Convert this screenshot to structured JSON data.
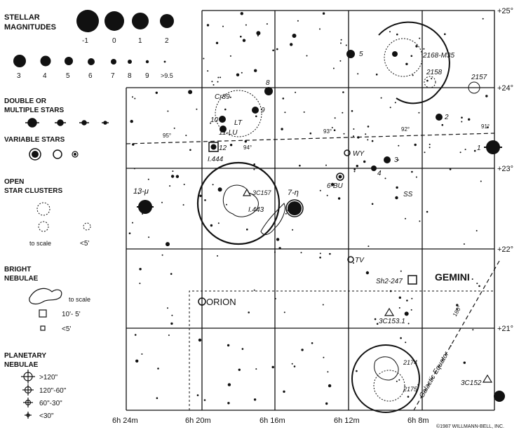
{
  "legend": {
    "magnitudes_title": "STELLAR MAGNITUDES",
    "mag_labels_row1": [
      "-1",
      "0",
      "1",
      "2"
    ],
    "mag_labels_row2": [
      "3",
      "4",
      "5",
      "6",
      "7",
      "8",
      "9",
      ">9.5"
    ],
    "double_title": "DOUBLE OR MULTIPLE STARS",
    "variable_title": "VARIABLE STARS",
    "clusters_title": "OPEN STAR CLUSTERS",
    "clusters_to_scale": "to scale",
    "clusters_small": "<5'",
    "nebulae_title": "BRIGHT NEBULAE",
    "nebulae_to_scale": "to scale",
    "nebulae_mid": "10'- 5'",
    "nebulae_small": "<5'",
    "planetary_title": "PLANETARY NEBULAE",
    "planetary_sizes": [
      ">120\"",
      "120\"-60\"",
      "60\"-30\"",
      "<30\""
    ]
  },
  "axes": {
    "dec_labels": [
      "+25°",
      "+24°",
      "+23°",
      "+22°",
      "+21°"
    ],
    "ra_labels": [
      "6h 24m",
      "6h 20m",
      "6h 16m",
      "6h 12m",
      "6h 8m"
    ],
    "ecliptic_ticks": [
      "95°",
      "94°",
      "93°",
      "92°",
      "91°"
    ],
    "galactic_tick": "180°"
  },
  "constellations": {
    "gemini": "GEMINI",
    "orion": "ORION"
  },
  "objects": {
    "m35": "2168-M35",
    "ngc2158": "2158",
    "ngc2157": "2157",
    "cr89": "Cr89",
    "lt": "LT",
    "lu": "11-LU",
    "ic444": "I.444",
    "ic443": "I.443",
    "c3c157": "3C157",
    "wy": "WY",
    "bu": "6-BU",
    "tv": "TV",
    "ss": "SS",
    "sh2": "Sh2-247",
    "c3c153": "3C153.1",
    "c3c152": "3C152",
    "ngc2174": "2174",
    "ngc2175": "2175",
    "galactic_equator": "Galactic Equator",
    "mu": "13-μ",
    "eta": "7-η"
  },
  "star_numbers": [
    "5",
    "8",
    "9",
    "10",
    "12",
    "3",
    "4",
    "2",
    "1"
  ],
  "copyright": "©1987 WILLMANN-BELL, INC."
}
